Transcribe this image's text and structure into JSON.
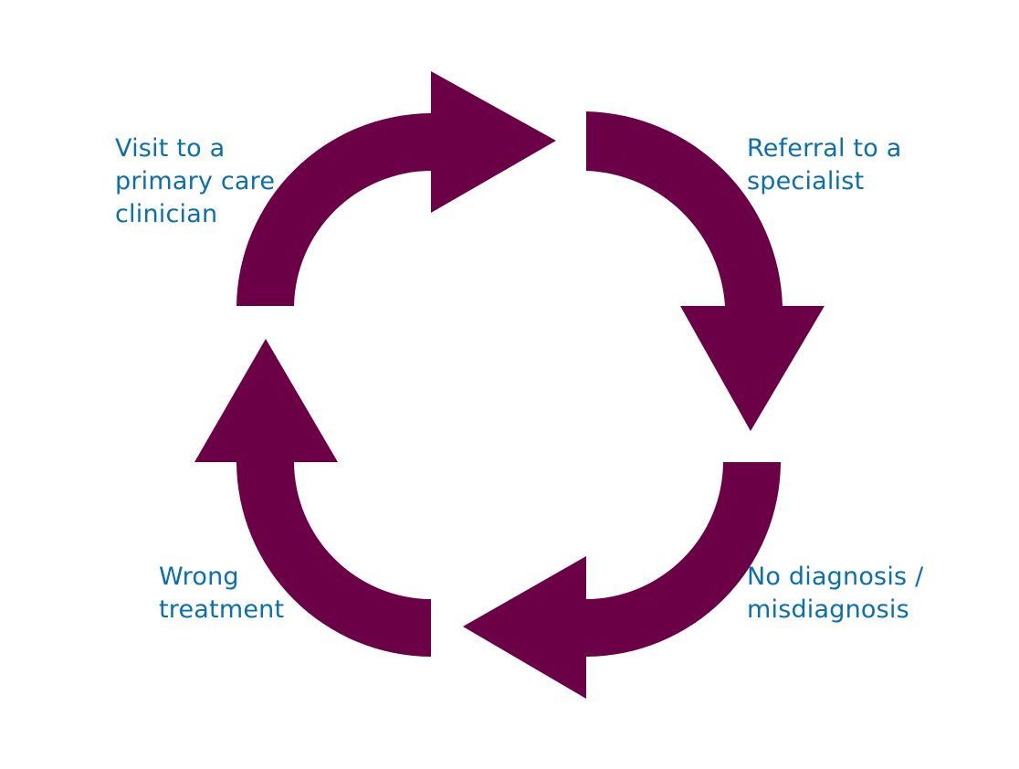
{
  "colors": {
    "arrow": "#6b0046",
    "label_text": "#0a6fae",
    "background": "#ffffff"
  },
  "cycle": {
    "steps": [
      {
        "label": "Visit to a\nprimary care\nclinician"
      },
      {
        "label": "Referral to a\nspecialist"
      },
      {
        "label": "No diagnosis /\nmisdiagnosis"
      },
      {
        "label": "Wrong\ntreatment"
      }
    ]
  }
}
